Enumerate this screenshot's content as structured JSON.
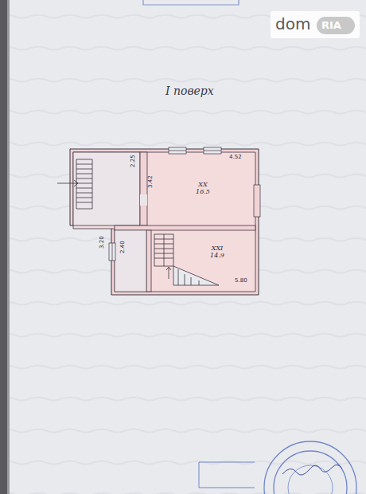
{
  "diagram": {
    "title": "I поверх",
    "nodes": [
      {
        "text": [
          "XX",
          "16.5"
        ]
      },
      {
        "text": [
          "XXI",
          "14.9"
        ]
      }
    ],
    "labels": [
      "4.52",
      "2.25",
      "3.42",
      "3.20",
      "2.40",
      "5.80",
      "dom",
      "RIA"
    ]
  }
}
